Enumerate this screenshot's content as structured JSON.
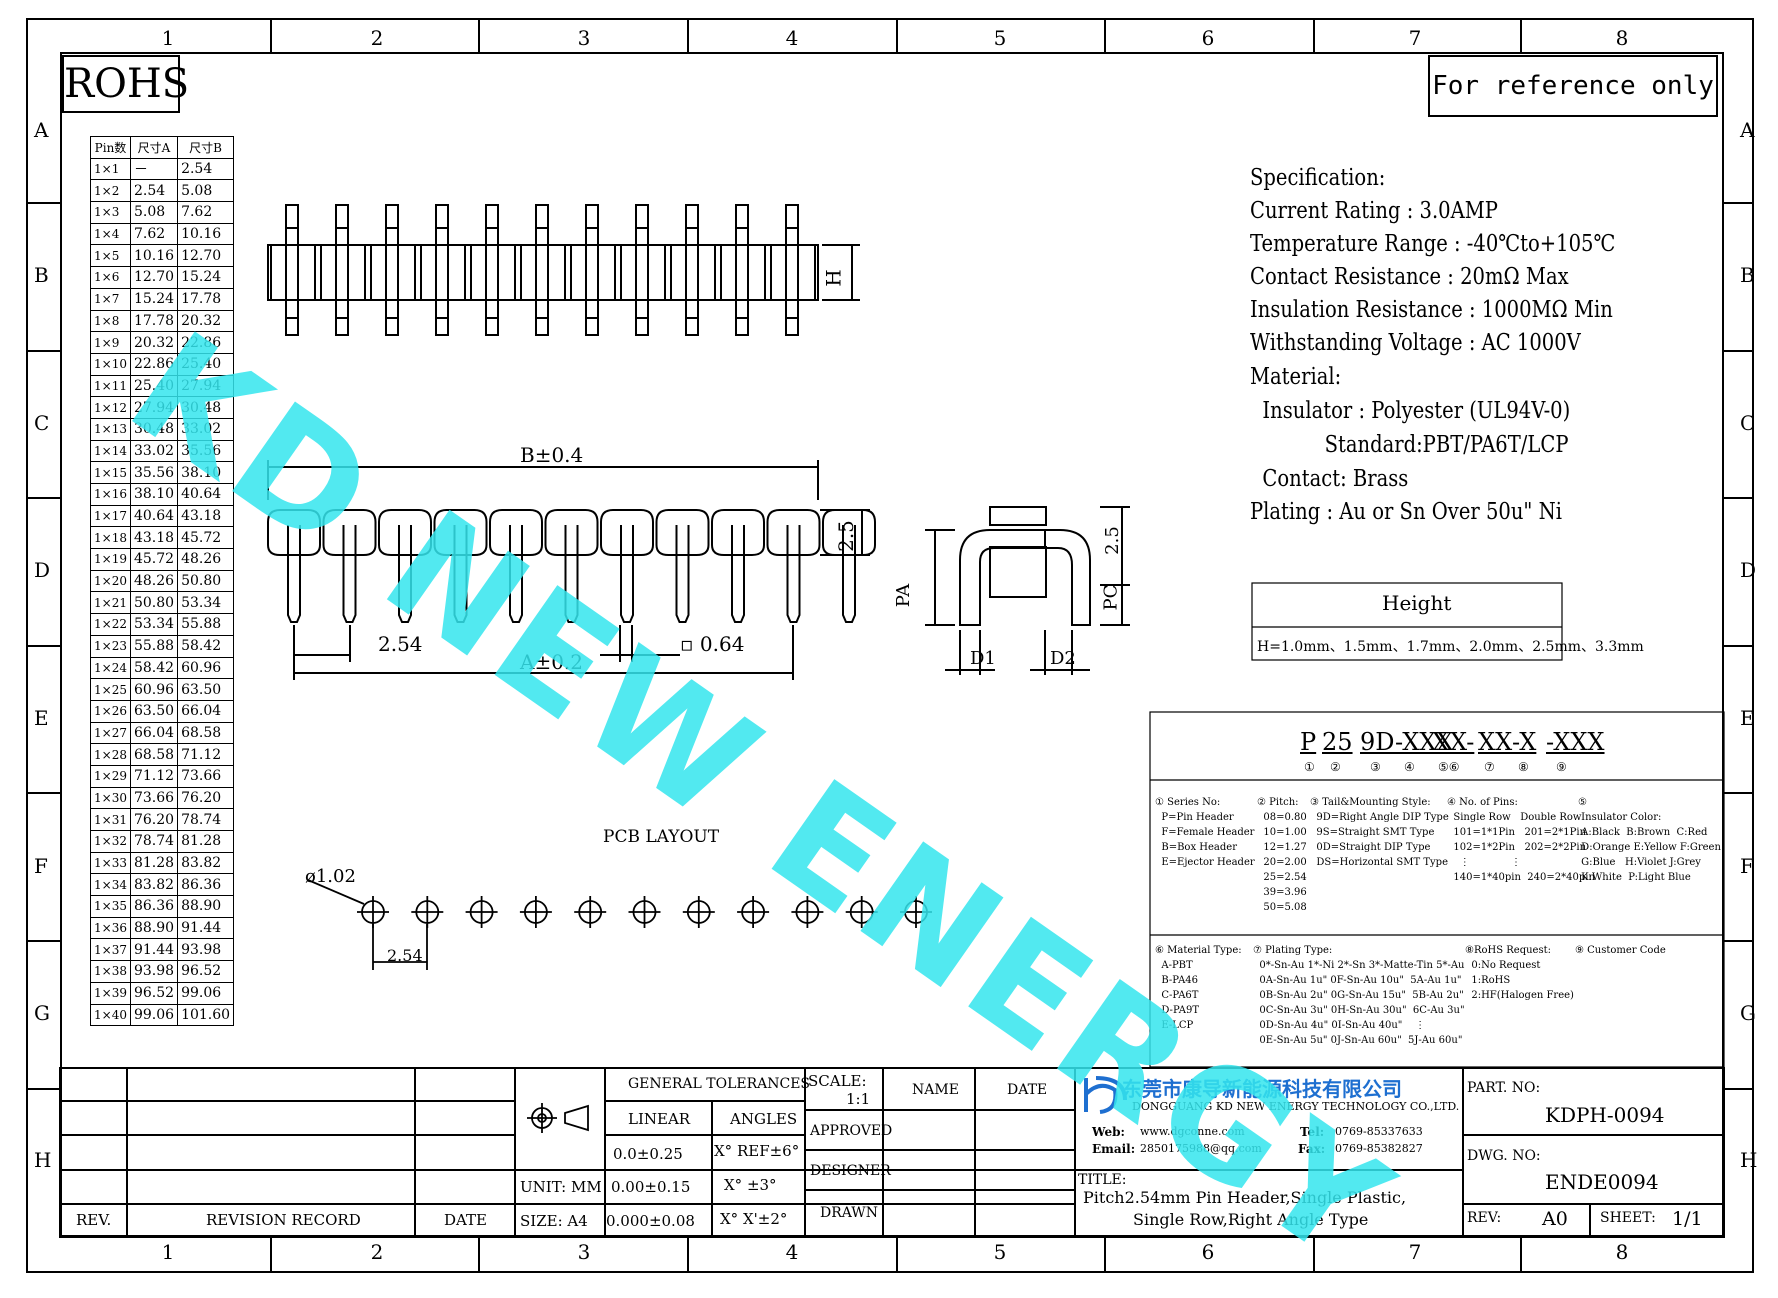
{
  "zones": {
    "cols": [
      "1",
      "2",
      "3",
      "4",
      "5",
      "6",
      "7",
      "8"
    ],
    "rows": [
      "A",
      "B",
      "C",
      "D",
      "E",
      "F",
      "G",
      "H"
    ]
  },
  "rohs": "ROHS",
  "reference": "For reference only",
  "watermark": "KD NEW ENERGY",
  "pin_table": {
    "headers": [
      "Pin数",
      "尺寸A",
      "尺寸B"
    ],
    "rows": [
      [
        "1×1",
        "－",
        "2.54"
      ],
      [
        "1×2",
        "2.54",
        "5.08"
      ],
      [
        "1×3",
        "5.08",
        "7.62"
      ],
      [
        "1×4",
        "7.62",
        "10.16"
      ],
      [
        "1×5",
        "10.16",
        "12.70"
      ],
      [
        "1×6",
        "12.70",
        "15.24"
      ],
      [
        "1×7",
        "15.24",
        "17.78"
      ],
      [
        "1×8",
        "17.78",
        "20.32"
      ],
      [
        "1×9",
        "20.32",
        "22.86"
      ],
      [
        "1×10",
        "22.86",
        "25.40"
      ],
      [
        "1×11",
        "25.40",
        "27.94"
      ],
      [
        "1×12",
        "27.94",
        "30.48"
      ],
      [
        "1×13",
        "30.48",
        "33.02"
      ],
      [
        "1×14",
        "33.02",
        "35.56"
      ],
      [
        "1×15",
        "35.56",
        "38.10"
      ],
      [
        "1×16",
        "38.10",
        "40.64"
      ],
      [
        "1×17",
        "40.64",
        "43.18"
      ],
      [
        "1×18",
        "43.18",
        "45.72"
      ],
      [
        "1×19",
        "45.72",
        "48.26"
      ],
      [
        "1×20",
        "48.26",
        "50.80"
      ],
      [
        "1×21",
        "50.80",
        "53.34"
      ],
      [
        "1×22",
        "53.34",
        "55.88"
      ],
      [
        "1×23",
        "55.88",
        "58.42"
      ],
      [
        "1×24",
        "58.42",
        "60.96"
      ],
      [
        "1×25",
        "60.96",
        "63.50"
      ],
      [
        "1×26",
        "63.50",
        "66.04"
      ],
      [
        "1×27",
        "66.04",
        "68.58"
      ],
      [
        "1×28",
        "68.58",
        "71.12"
      ],
      [
        "1×29",
        "71.12",
        "73.66"
      ],
      [
        "1×30",
        "73.66",
        "76.20"
      ],
      [
        "1×31",
        "76.20",
        "78.74"
      ],
      [
        "1×32",
        "78.74",
        "81.28"
      ],
      [
        "1×33",
        "81.28",
        "83.82"
      ],
      [
        "1×34",
        "83.82",
        "86.36"
      ],
      [
        "1×35",
        "86.36",
        "88.90"
      ],
      [
        "1×36",
        "88.90",
        "91.44"
      ],
      [
        "1×37",
        "91.44",
        "93.98"
      ],
      [
        "1×38",
        "93.98",
        "96.52"
      ],
      [
        "1×39",
        "96.52",
        "99.06"
      ],
      [
        "1×40",
        "99.06",
        "101.60"
      ]
    ]
  },
  "specs": [
    "Specification:",
    "Current Rating : 3.0AMP",
    "Temperature Range : -40℃to+105℃",
    "Contact Resistance : 20mΩ Max",
    "Insulation Resistance : 1000MΩ Min",
    "Withstanding Voltage : AC 1000V",
    "Material:",
    "  Insulator : Polyester (UL94V-0)",
    "            Standard:PBT/PA6T/LCP",
    "  Contact: Brass",
    "Plating : Au or Sn Over 50u\" Ni"
  ],
  "height_box": {
    "title": "Height",
    "values": "H=1.0mm、1.5mm、1.7mm、2.0mm、2.5mm、3.3mm"
  },
  "dims": {
    "H": "H",
    "B": "B±0.4",
    "d25": "2.5",
    "p254": "2.54",
    "sq064": "▫ 0.64",
    "A": "A±0.2",
    "PA": "PA",
    "PC": "PC",
    "D1": "D1",
    "D2": "D2",
    "pcb": "PCB LAYOUT",
    "dia": "ø1.02",
    "pcb254": "2.54"
  },
  "part_code": {
    "segments": [
      "P",
      "25",
      "9D-XXX",
      "X",
      "X-",
      "XX",
      "-X",
      "-XXX"
    ],
    "circles": [
      "①",
      "②",
      "③",
      "④",
      "⑤⑥",
      "⑦",
      "⑧",
      "⑨"
    ]
  },
  "legend": {
    "s1": "① Series No:\n  P=Pin Header\n  F=Female Header\n  B=Box Header\n  E=Ejector Header",
    "s2": "② Pitch:\n  08=0.80\n  10=1.00\n  12=1.27\n  20=2.00\n  25=2.54\n  39=3.96\n  50=5.08",
    "s3": "③ Tail&Mounting Style:\n  9D=Right Angle DIP Type\n  9S=Straight SMT Type\n  0D=Straight DIP Type\n  DS=Horizontal SMT Type",
    "s4": "④ No. of Pins:\n  Single Row   Double Row\n  101=1*1Pin   201=2*1Pin\n  102=1*2Pin   202=2*2Pin\n    ⋮             ⋮\n  140=1*40pin  240=2*40pin",
    "s5": "⑤\n Insulator Color:\n A:Black  B:Brown  C:Red\n D:Orange E:Yellow F:Green\n G:Blue   H:Violet J:Grey\n K:White  P:Light Blue",
    "s6": "⑥ Material Type:\n  A-PBT\n  B-PA46\n  C-PA6T\n  D-PA9T\n  E-LCP",
    "s7": "⑦ Plating Type:\n  0*-Sn-Au 1*-Ni 2*-Sn 3*-Matte-Tin 5*-Au\n  0A-Sn-Au 1u\" 0F-Sn-Au 10u\"  5A-Au 1u\"\n  0B-Sn-Au 2u\" 0G-Sn-Au 15u\"  5B-Au 2u\"\n  0C-Sn-Au 3u\" 0H-Sn-Au 30u\"  6C-Au 3u\"\n  0D-Sn-Au 4u\" 0I-Sn-Au 40u\"    ⋮\n  0E-Sn-Au 5u\" 0J-Sn-Au 60u\"  5J-Au 60u\"",
    "s8": "⑧RoHS Request:\n  0:No Request\n  1:RoHS\n  2:HF(Halogen Free)",
    "s9": "⑨ Customer Code"
  },
  "title_block": {
    "rev": "REV.",
    "revision_record": "REVISION RECORD",
    "date": "DATE",
    "general_tolerances": "GENERAL TOLERANCES",
    "linear": "LINEAR",
    "angles": "ANGLES",
    "lin1": "0.0±0.25",
    "ang1": "X° REF±6°",
    "lin2": "0.00±0.15",
    "ang2": "X° ±3°",
    "lin3": "0.000±0.08",
    "ang3": "X° X'±2°",
    "unit": "UNIT: MM",
    "size": "SIZE: A4",
    "scale": "SCALE:",
    "scale_val": "1:1",
    "name": "NAME",
    "date2": "DATE",
    "approved": "APPROVED",
    "designer": "DESIGNER",
    "drawn": "DRAWN",
    "company_cn": "东莞市康导新能源科技有限公司",
    "company_en": "DONGGUANG KD NEW ENERGY TECHNOLOGY CO.,LTD.",
    "web_label": "Web:",
    "web": "www.dgconne.com",
    "tel_label": "Tel:",
    "tel": "0769-85337633",
    "email_label": "Email:",
    "email": "2850175988@qq.com",
    "fax_label": "Fax:",
    "fax": "0769-85382827",
    "title_label": "TITLE:",
    "title1": "Pitch2.54mm Pin Header,Single Plastic,",
    "title2": "Single Row,Right Angle Type",
    "part_no_label": "PART. NO:",
    "part_no": "KDPH-0094",
    "dwg_no_label": "DWG. NO:",
    "dwg_no": "ENDE0094",
    "rev_label": "REV:",
    "rev_val": "A0",
    "sheet_label": "SHEET:",
    "sheet": "1/1"
  },
  "colors": {
    "watermark": "#34e6ee"
  }
}
